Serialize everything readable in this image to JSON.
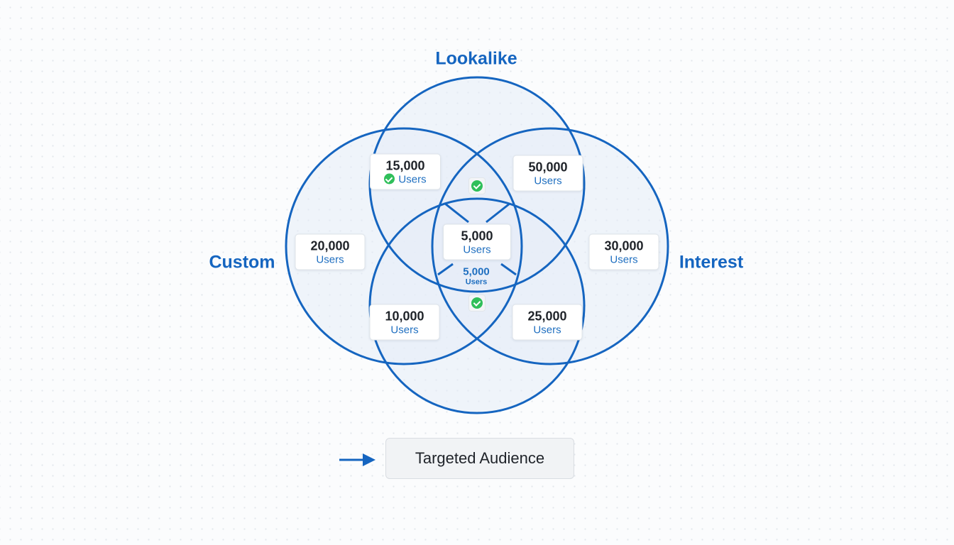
{
  "colors": {
    "accent": "#1565c0",
    "circle_fill": "#e6ecf7",
    "check_green": "#2fbf5a",
    "text_dark": "#1f2329",
    "unit_blue": "#1f6fc0"
  },
  "sets": {
    "top": {
      "label": "Lookalike"
    },
    "left": {
      "label": "Custom"
    },
    "right": {
      "label": "Interest"
    },
    "bottom": {
      "label": ""
    }
  },
  "regions": {
    "top_left": {
      "count": "15,000",
      "unit": "Users",
      "checked": true
    },
    "top_right": {
      "count": "50,000",
      "unit": "Users"
    },
    "left": {
      "count": "20,000",
      "unit": "Users"
    },
    "right": {
      "count": "30,000",
      "unit": "Users"
    },
    "center": {
      "count": "5,000",
      "unit": "Users"
    },
    "center_lower": {
      "count": "5,000",
      "unit": "Users"
    },
    "bottom_left": {
      "count": "10,000",
      "unit": "Users"
    },
    "bottom_right": {
      "count": "25,000",
      "unit": "Users"
    }
  },
  "check_icons": [
    "check-circle-icon",
    "check-circle-icon"
  ],
  "result": {
    "button_label": "Targeted Audience",
    "arrow_icon": "arrow-right-icon"
  }
}
